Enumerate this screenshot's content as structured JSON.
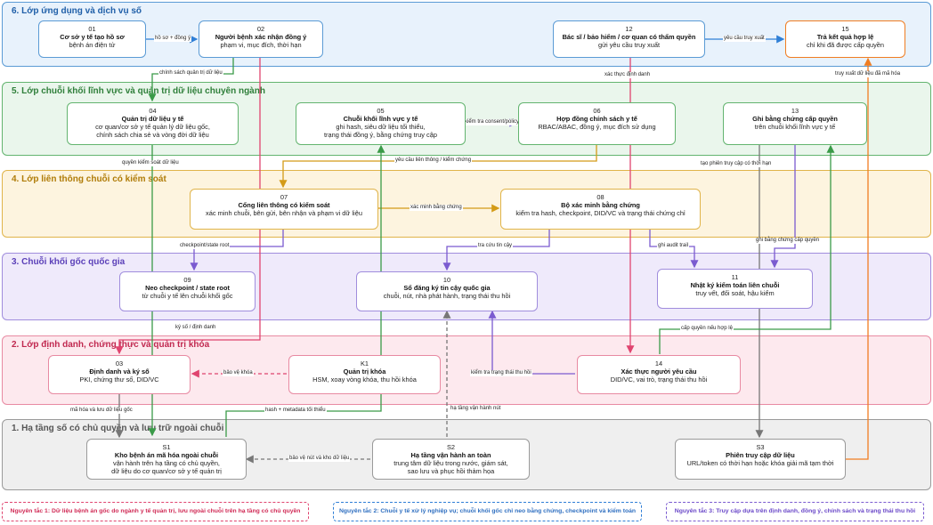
{
  "layers": {
    "l6": "6. Lớp ứng dụng và dịch vụ số",
    "l5": "5. Lớp chuỗi khối lĩnh vực và quản trị dữ liệu chuyên ngành",
    "l4": "4. Lớp liên thông chuỗi có kiểm soát",
    "l3": "3. Chuỗi khối gốc quốc gia",
    "l2": "2. Lớp định danh, chứng thực và quản trị khóa",
    "l1": "1. Hạ tầng số có chủ quyền và lưu trữ ngoài chuỗi"
  },
  "nodes": {
    "n01": {
      "num": "01",
      "title": "Cơ sở y tế tạo hồ sơ",
      "desc": "bệnh án điện tử"
    },
    "n02": {
      "num": "02",
      "title": "Người bệnh xác nhận đồng ý",
      "desc": "phạm vi, mục đích, thời hạn"
    },
    "n12": {
      "num": "12",
      "title": "Bác sĩ / bảo hiểm / cơ quan có thẩm quyền",
      "desc": "gửi yêu cầu truy xuất"
    },
    "n15": {
      "num": "15",
      "title": "Trả kết quả hợp lệ",
      "desc": "chỉ khi đã được cấp quyền"
    },
    "n04": {
      "num": "04",
      "title": "Quản trị dữ liệu y tế",
      "desc1": "cơ quan/cơ sở y tế quản lý dữ liệu gốc,",
      "desc2": "chính sách chia sẻ và vòng đời dữ liệu"
    },
    "n05": {
      "num": "05",
      "title": "Chuỗi khối lĩnh vực y tế",
      "desc1": "ghi hash, siêu dữ liệu tối thiểu,",
      "desc2": "trạng thái đồng ý, bằng chứng truy cập"
    },
    "n06": {
      "num": "06",
      "title": "Hợp đồng chính sách y tế",
      "desc": "RBAC/ABAC, đồng ý, mục đích sử dụng"
    },
    "n13": {
      "num": "13",
      "title": "Ghi bằng chứng cấp quyền",
      "desc": "trên chuỗi khối lĩnh vực y tế"
    },
    "n07": {
      "num": "07",
      "title": "Cổng liên thông có kiểm soát",
      "desc": "xác minh chuỗi, bên gửi, bên nhận và phạm vi dữ liệu"
    },
    "n08": {
      "num": "08",
      "title": "Bộ xác minh bằng chứng",
      "desc": "kiểm tra hash, checkpoint, DID/VC và trạng thái chứng chỉ"
    },
    "n09": {
      "num": "09",
      "title": "Neo checkpoint / state root",
      "desc": "từ chuỗi y tế lên chuỗi khối gốc"
    },
    "n10": {
      "num": "10",
      "title": "Sổ đăng ký tin cậy quốc gia",
      "desc": "chuỗi, nút, nhà phát hành, trạng thái thu hồi"
    },
    "n11": {
      "num": "11",
      "title": "Nhật ký kiểm toán liên chuỗi",
      "desc": "truy vết, đối soát, hậu kiểm"
    },
    "n03": {
      "num": "03",
      "title": "Định danh và ký số",
      "desc": "PKI, chứng thư số, DID/VC"
    },
    "nK1": {
      "num": "K1",
      "title": "Quản trị khóa",
      "desc": "HSM, xoay vòng khóa, thu hồi khóa"
    },
    "n14": {
      "num": "14",
      "title": "Xác thực người yêu cầu",
      "desc": "DID/VC, vai trò, trạng thái thu hồi"
    },
    "nS1": {
      "num": "S1",
      "title": "Kho bệnh án mã hóa ngoài chuỗi",
      "desc1": "vận hành trên hạ tầng có chủ quyền,",
      "desc2": "dữ liệu do cơ quan/cơ sở y tế quản trị"
    },
    "nS2": {
      "num": "S2",
      "title": "Hạ tầng vận hành an toàn",
      "desc1": "trung tâm dữ liệu trong nước, giám sát,",
      "desc2": "sao lưu và phục hồi thảm họa"
    },
    "nS3": {
      "num": "S3",
      "title": "Phiên truy cập dữ liệu",
      "desc": "URL/token có thời hạn hoặc khóa giải mã tạm thời"
    }
  },
  "edge_labels": {
    "hs_dong_y": "hồ sơ + đồng ý",
    "yeu_cau_truy_xuat": "yêu cầu truy xuất",
    "chinh_sach_quan_tri": "chính sách quản trị dữ liệu",
    "xac_thuc_dinh_danh": "xác thực định danh",
    "truy_xuat_ma_hoa": "truy xuất dữ liệu đã mã hóa",
    "kiem_tra_consent": "kiểm tra consent/policy",
    "quyen_kiem_soat": "quyền kiểm soát dữ liệu",
    "yeu_cau_lien_thong": "yêu cầu liên thông / kiểm chứng",
    "tao_phien": "tạo phiên truy cập có thời hạn",
    "xac_minh_bang_chung": "xác minh bằng chứng",
    "checkpoint_state_root": "checkpoint/state root",
    "tra_cuu_tin_cay": "tra cứu tin cậy",
    "ghi_audit_trail": "ghi audit trail",
    "ghi_bang_chung_cap_quyen": "ghi bằng chứng cấp quyền",
    "ky_so_dinh_danh": "ký số / định danh",
    "cap_quyen_neu_hop_le": "cấp quyền nếu hợp lệ",
    "bao_ve_khoa": "bảo vệ khóa",
    "kiem_tra_thu_hoi": "kiểm tra trạng thái thu hồi",
    "ma_hoa_luu": "mã hóa và lưu dữ liệu gốc",
    "hash_metadata": "hash + metadata tối thiểu",
    "ha_tang_van_hanh": "hạ tầng vận hành nút",
    "bao_ve_nut": "bảo vệ nút và kho dữ liệu"
  },
  "principles": {
    "p1": "Nguyên tắc 1: Dữ liệu bệnh án gốc do ngành y tế quản trị, lưu ngoài chuỗi trên hạ tầng có chủ quyền",
    "p2": "Nguyên tắc 2: Chuỗi y tế xử lý nghiệp vụ; chuỗi khối gốc chỉ neo bằng chứng, checkpoint và kiểm toán",
    "p3": "Nguyên tắc 3: Truy cập dựa trên định danh, đồng ý, chính sách và trạng thái thu hồi"
  },
  "colors": {
    "blue": "#2f7fd6",
    "green": "#3a9a48",
    "orange": "#d49b17",
    "purple": "#7b5bd0",
    "pink": "#e0446f",
    "grey": "#777777",
    "darkorange": "#f07d22"
  }
}
